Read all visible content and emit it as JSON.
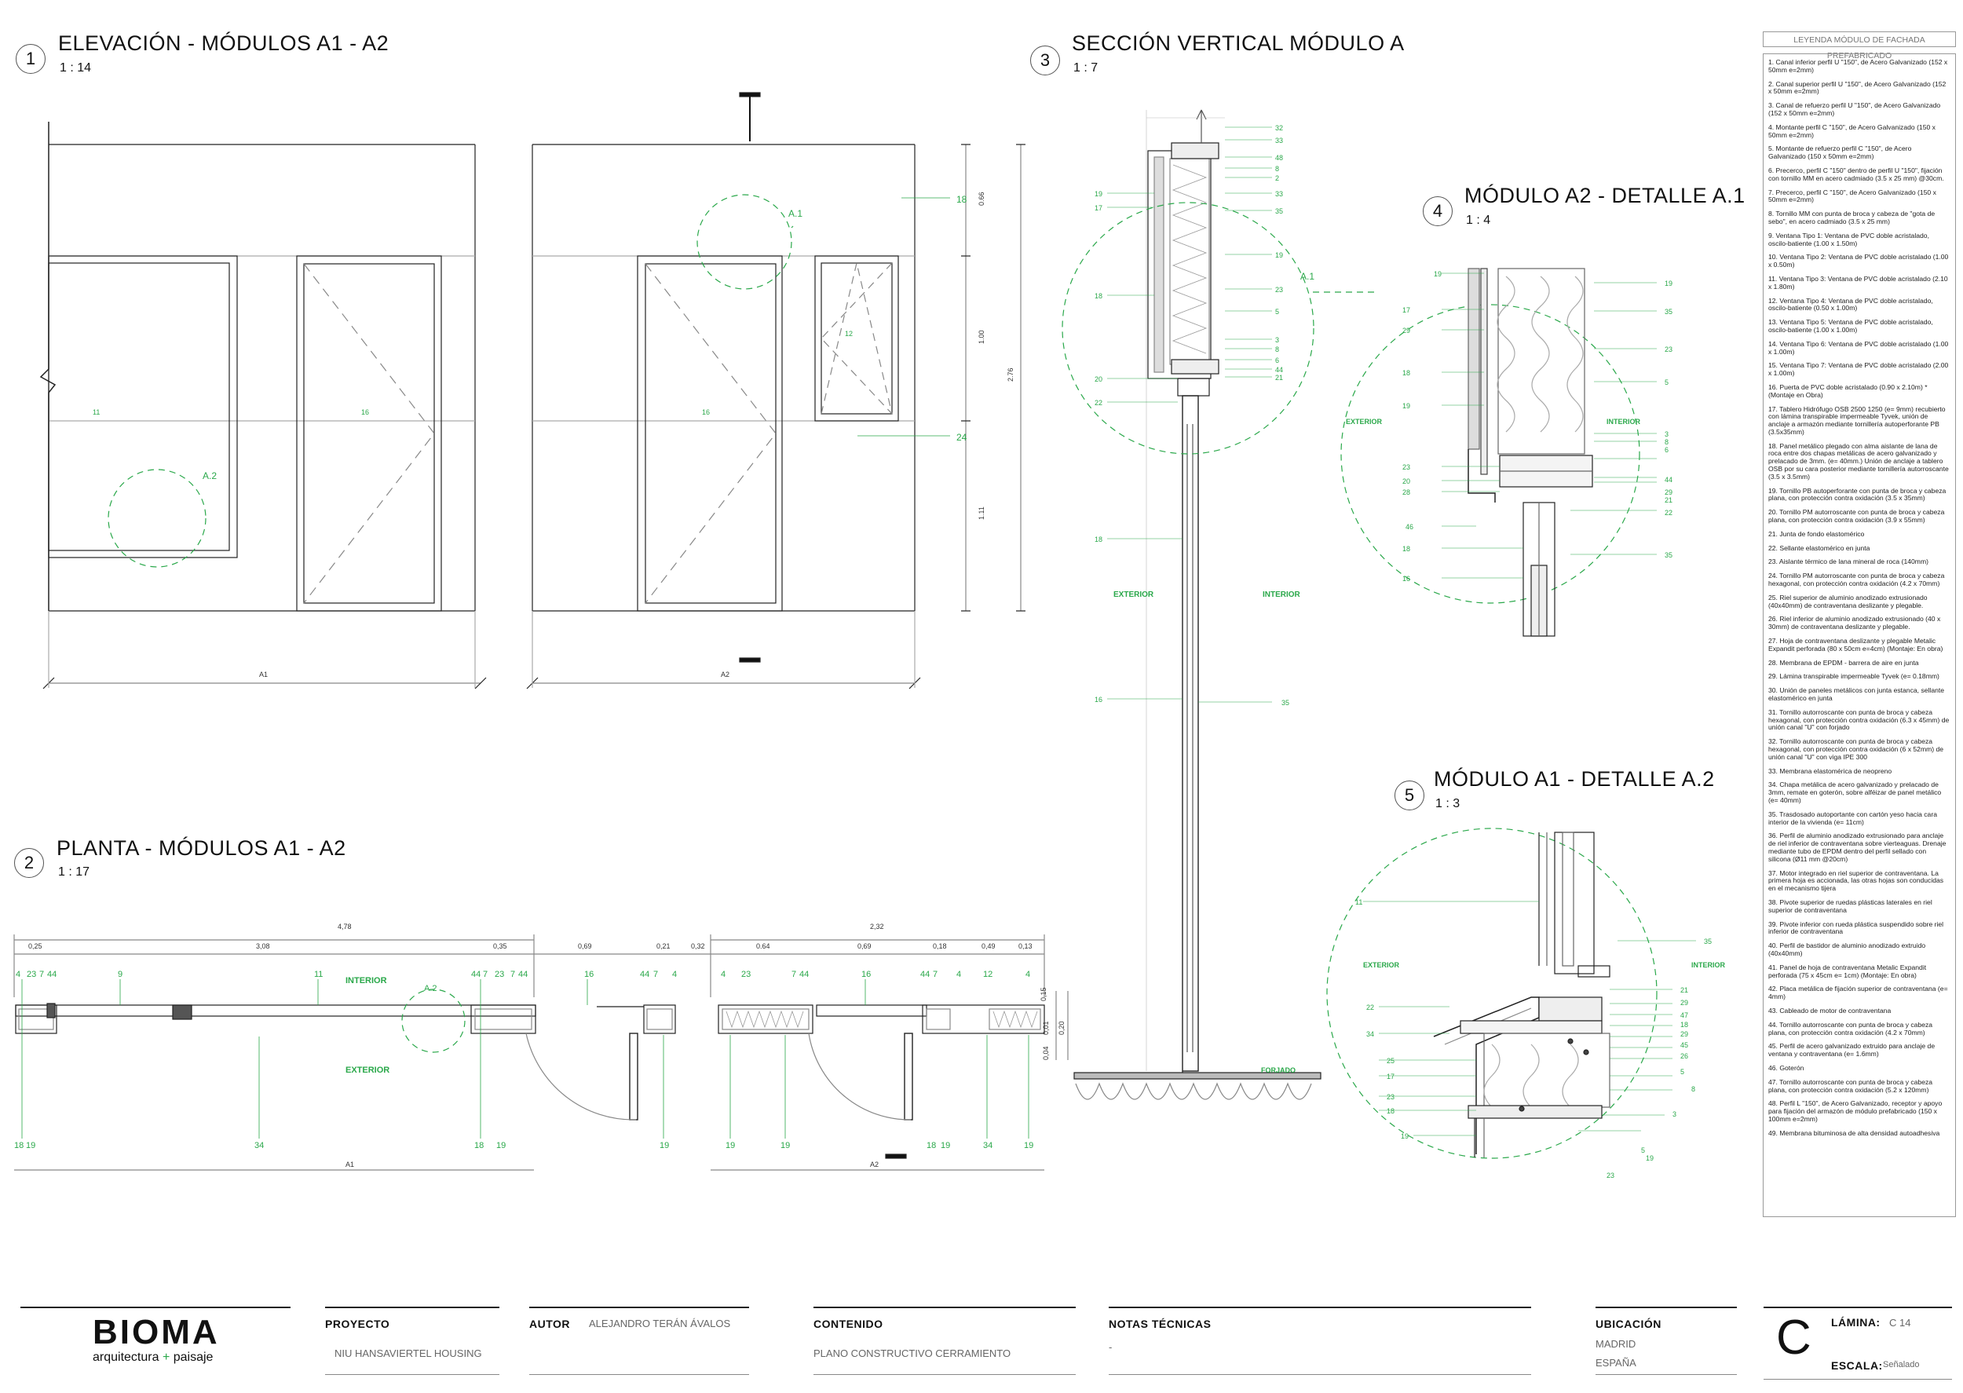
{
  "views": {
    "v1": {
      "num": "1",
      "title": "ELEVACIÓN - MÓDULOS A1 - A2",
      "scale": "1 : 14"
    },
    "v2": {
      "num": "2",
      "title": "PLANTA - MÓDULOS A1 - A2",
      "scale": "1 : 17"
    },
    "v3": {
      "num": "3",
      "title": "SECCIÓN VERTICAL MÓDULO A",
      "scale": "1 : 7"
    },
    "v4": {
      "num": "4",
      "title": "MÓDULO A2 - DETALLE A.1",
      "scale": "1 : 4"
    },
    "v5": {
      "num": "5",
      "title": "MÓDULO A1 - DETALLE A.2",
      "scale": "1 : 3"
    }
  },
  "elevation": {
    "tag_11": "11",
    "tag_16a": "16",
    "tag_16b": "16",
    "tag_12": "12",
    "tag_18": "18",
    "tag_24": "24",
    "detail_a1": "A.1",
    "detail_a2": "A.2",
    "dim_066": "0.66",
    "dim_100": "1.00",
    "dim_111": "1.11",
    "dim_276": "2.76",
    "bottom_a1": "A1",
    "bottom_a2": "A2"
  },
  "plan": {
    "dim_total_a1": "4,78",
    "dim_total_a2": "2,32",
    "dims_a1": [
      "0,25",
      "3,08",
      "0,35",
      "0,69",
      "0,21"
    ],
    "dims_mid": [
      "0,32"
    ],
    "dims_a2": [
      "0.64",
      "0,69",
      "0,18",
      "0,49",
      "0,13"
    ],
    "dim_v_015": "0,15",
    "dim_v_001": "0,01",
    "dim_v_020": "0,20",
    "dim_v_004": "0,04",
    "top_tags": [
      "4",
      "23",
      "7",
      "44",
      "9",
      "11",
      "44",
      "7",
      "23",
      "7",
      "44",
      "16",
      "44",
      "7",
      "4",
      "4",
      "23",
      "7",
      "44",
      "16",
      "44",
      "7",
      "4",
      "12",
      "4"
    ],
    "bottom_tags": [
      "18",
      "19",
      "34",
      "18",
      "19",
      "19",
      "19",
      "19",
      "18",
      "19",
      "34",
      "19"
    ],
    "interior": "INTERIOR",
    "exterior": "EXTERIOR",
    "detail_a2": "A.2",
    "bottom_a1": "A1",
    "bottom_a2": "A2"
  },
  "section": {
    "right_tags": [
      "32",
      "33",
      "48",
      "8",
      "2",
      "33",
      "35",
      "19",
      "23",
      "5",
      "3",
      "8",
      "6",
      "44",
      "21"
    ],
    "left_tags": [
      "19",
      "17",
      "18",
      "20",
      "22",
      "18",
      "16"
    ],
    "detail_a1": "A.1",
    "exterior": "EXTERIOR",
    "interior": "INTERIOR",
    "bottom_tag": "35",
    "forjado": "FORJADO"
  },
  "detail_a1": {
    "left_tags": [
      "19",
      "17",
      "29",
      "18",
      "19",
      "23",
      "20",
      "28",
      "46",
      "18",
      "16"
    ],
    "right_tags": [
      "19",
      "35",
      "23",
      "5",
      "3",
      "8",
      "6",
      "44",
      "29",
      "21",
      "22",
      "35"
    ],
    "exterior": "EXTERIOR",
    "interior": "INTERIOR"
  },
  "detail_a2": {
    "left_tags": [
      "11",
      "22",
      "34",
      "25",
      "17",
      "23",
      "18",
      "19"
    ],
    "right_tags": [
      "35",
      "21",
      "29",
      "47",
      "18",
      "29",
      "45",
      "26",
      "5",
      "8",
      "3",
      "5",
      "19",
      "23"
    ],
    "exterior": "EXTERIOR",
    "interior": "INTERIOR"
  },
  "legend": {
    "title": "LEYENDA MÓDULO DE FACHADA PREFABRICADO",
    "items": [
      "1. Canal inferior perfil U \"150\", de Acero Galvanizado (152 x 50mm e=2mm)",
      "2. Canal superior perfil U \"150\", de Acero Galvanizado (152 x 50mm e=2mm)",
      "3. Canal de refuerzo perfil U \"150\", de Acero Galvanizado (152 x 50mm e=2mm)",
      "4. Montante perfil C \"150\", de Acero Galvanizado (150 x 50mm e=2mm)",
      "5. Montante de refuerzo perfil C \"150\", de Acero Galvanizado (150 x 50mm e=2mm)",
      "6. Precerco, perfil C \"150\" dentro de perfil U \"150\", fijación con tornillo MM en acero cadmiado (3.5 x 25 mm) @30cm.",
      "7. Precerco, perfil C \"150\", de Acero Galvanizado (150 x 50mm e=2mm)",
      "8. Tornillo MM con punta de broca y cabeza de \"gota de sebo\", en acero cadmiado (3.5 x 25 mm)",
      "9. Ventana Tipo 1: Ventana de PVC doble acristalado, oscilo-batiente (1.00 x 1.50m)",
      "10. Ventana Tipo 2: Ventana de PVC doble acristalado (1.00 x 0.50m)",
      "11. Ventana Tipo 3: Ventana de PVC doble acristalado (2.10 x 1.80m)",
      "12. Ventana Tipo 4: Ventana de PVC doble acristalado, oscilo-batiente (0.50 x 1.00m)",
      "13. Ventana Tipo 5: Ventana de PVC doble acristalado, oscilo-batiente (1.00 x 1.00m)",
      "14. Ventana Tipo 6: Ventana de PVC doble acristalado (1.00 x 1.00m)",
      "15. Ventana Tipo 7: Ventana de PVC doble acristalado (2.00 x 1.00m)",
      "16. Puerta de PVC doble acristalado (0.90 x 2.10m) *(Montaje en Obra)",
      "17. Tablero Hidrófugo OSB 2500 1250 (e= 9mm) recubierto con lámina transpirable impermeable Tyvek, unión de anclaje a armazón mediante tornillería autoperforante PB (3.5x35mm)",
      "18. Panel metálico plegado con alma aislante de lana de roca entre dos chapas metálicas de acero galvanizado y prelacado de 3mm. (e= 40mm.) Unión de anclaje a tablero OSB por su cara posterior mediante tornillería autorroscante (3.5 x 3.5mm)",
      "19. Tornillo PB autoperforante con punta de broca y cabeza plana, con protección contra oxidación (3.5 x 35mm)",
      "20. Tornillo PM autorroscante con punta de broca y cabeza plana, con protección contra oxidación (3.9 x 55mm)",
      "21. Junta de fondo elastomérico",
      "22. Sellante elastomérico en junta",
      "23. Aislante térmico de lana mineral de roca (140mm)",
      "24. Tornillo PM autorroscante con punta de broca y cabeza hexagonal, con protección contra oxidación (4.2 x 70mm)",
      "25. Riel superior de aluminio anodizado extrusionado (40x40mm) de contraventana deslizante y plegable.",
      "26. Riel inferior de aluminio anodizado extrusionado (40 x 30mm) de contraventana deslizante y plegable.",
      "27. Hoja de contraventana deslizante y plegable Metalic Expandit perforada (80 x 50cm e=4cm) (Montaje: En obra)",
      "28. Membrana de EPDM - barrera de aire en junta",
      "29. Lámina transpirable impermeable Tyvek (e= 0.18mm)",
      "30. Unión de paneles metálicos con junta estanca, sellante elastomérico en junta",
      "31. Tornillo autorroscante con punta de broca y cabeza hexagonal, con protección contra oxidación (6.3 x 45mm) de unión canal \"U\" con forjado",
      "32. Tornillo autorroscante con punta de broca y cabeza hexagonal, con protección contra oxidación (6 x 52mm) de unión canal \"U\" con viga IPE 300",
      "33. Membrana elastomérica de neopreno",
      "34. Chapa metálica de acero galvanizado y prelacado de 3mm, remate en goterón, sobre alféizar de panel metálico (e= 40mm)",
      "35. Trasdosado autoportante con cartón yeso hacia cara interior de la vivienda (e= 11cm)",
      "36. Perfil de aluminio anodizado extrusionado para anclaje de riel inferior de contraventana sobre vierteaguas. Drenaje mediante tubo de EPDM dentro del perfil sellado con silicona (Ø11 mm @20cm)",
      "37. Motor integrado en riel superior de contraventana. La primera hoja es accionada, las otras hojas son conducidas en el mecanismo tijera",
      "38. Pivote superior de ruedas plásticas laterales en riel superior de contraventana",
      "39. Pivote inferior con rueda plástica suspendido sobre riel inferior de contraventana",
      "40. Perfil de bastidor de aluminio anodizado extruido (40x40mm)",
      "41. Panel de hoja de contraventana Metalic Expandit perforada (75 x 45cm e= 1cm) (Montaje: En obra)",
      "42. Placa metálica de fijación superior de contraventana (e= 4mm)",
      "43. Cableado de motor de contraventana",
      "44. Tornillo autorroscante con punta de broca y cabeza plana, con protección contra oxidación (4.2 x 70mm)",
      "45. Perfil de acero galvanizado extruido para anclaje de ventana y contraventana (e= 1.6mm)",
      "46. Goterón",
      "47. Tornillo autorroscante con punta de broca y cabeza plana, con protección contra oxidación (5.2 x 120mm)",
      "48. Perfil L \"150\", de Acero Galvanizado, receptor y apoyo para fijación del armazón de módulo prefabricado (150 x 100mm e=2mm)",
      "49. Membrana bituminosa de alta densidad autoadhesiva"
    ]
  },
  "titleblock": {
    "logo": "BIOMA",
    "logo_sub_1": "arquitectura",
    "logo_plus": "+",
    "logo_sub_2": "paisaje",
    "proyecto_label": "PROYECTO",
    "proyecto_value": "NIU HANSAVIERTEL HOUSING",
    "autor_label": "AUTOR",
    "autor_value": "ALEJANDRO TERÁN ÁVALOS",
    "contenido_label": "CONTENIDO",
    "contenido_value": "PLANO CONSTRUCTIVO CERRAMIENTO",
    "notas_label": "NOTAS TÉCNICAS",
    "notas_value": "-",
    "ubicacion_label": "UBICACIÓN",
    "ubicacion_city": "MADRID",
    "ubicacion_country": "ESPAÑA",
    "sheet_letter": "C",
    "lamina_label": "LÁMINA:",
    "lamina_value": "C 14",
    "escala_label": "ESCALA:",
    "escala_value": "Señalado"
  },
  "colors": {
    "annotation": "#2aa84a",
    "line": "#222222",
    "grey": "#888888"
  }
}
